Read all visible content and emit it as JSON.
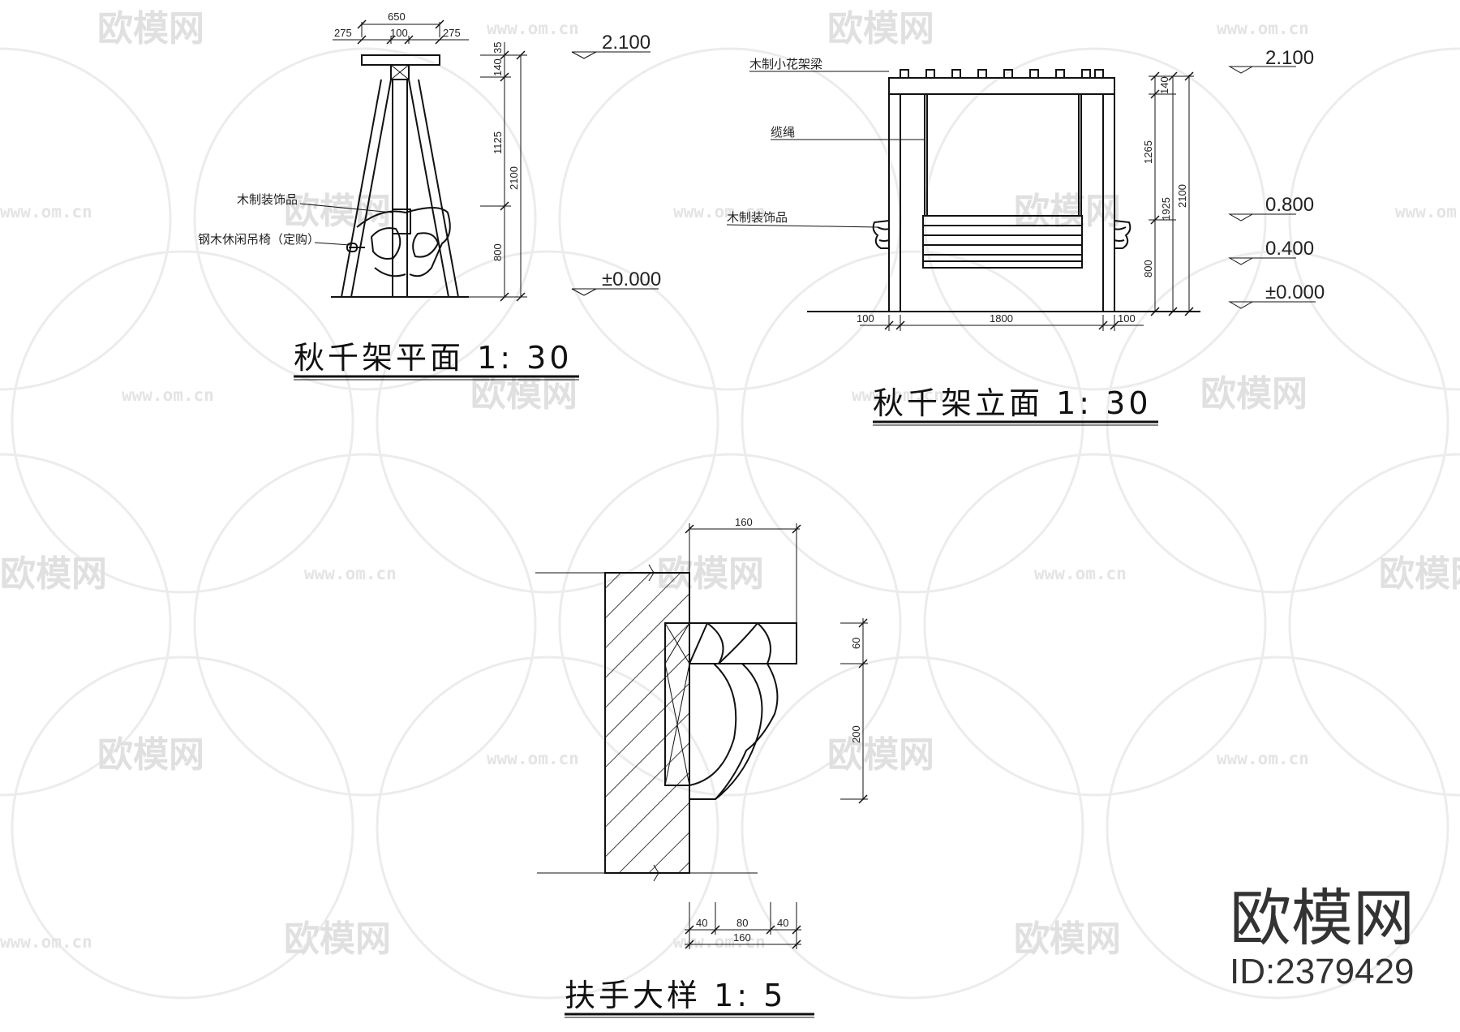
{
  "watermark": {
    "logo_text": "欧模网",
    "url_text": "www.om.cn"
  },
  "brand": {
    "name": "欧模网",
    "id_text": "ID:2379429"
  },
  "plan_view": {
    "title": "秋千架平面 1:  30",
    "dims_top": {
      "total": "650",
      "left": "275",
      "center": "100",
      "right": "275"
    },
    "dims_side": {
      "d1": "35",
      "d2": "140",
      "d3": "1125",
      "d4": "800",
      "total": "2100"
    },
    "elevations": {
      "top": "2.100",
      "ground": "±0.000"
    },
    "labels": {
      "ornament": "木制装饰品",
      "chair": "钢木休闲吊椅（定购）"
    }
  },
  "elevation_view": {
    "title": "秋千架立面 1:  30",
    "labels": {
      "beam": "木制小花架梁",
      "rope": "缆绳",
      "ornament": "木制装饰品"
    },
    "dims_side": {
      "d1": "140",
      "d2": "1265",
      "d3": "1925",
      "d4": "800",
      "total": "2100"
    },
    "dims_bottom": {
      "left": "100",
      "center": "1800",
      "right": "100"
    },
    "elevations": {
      "top": "2.100",
      "e1": "0.800",
      "e2": "0.400",
      "ground": "±0.000"
    }
  },
  "detail_view": {
    "title": "扶手大样 1:  5",
    "dims_top": "160",
    "dims_right": {
      "upper": "60",
      "lower": "200"
    },
    "dims_bottom": {
      "left": "40",
      "center": "80",
      "right": "40",
      "total": "160"
    }
  }
}
